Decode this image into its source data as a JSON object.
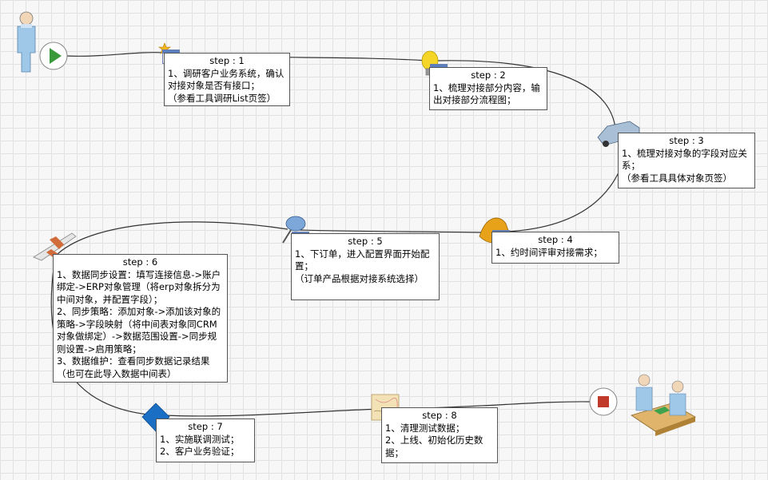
{
  "steps": [
    {
      "title": "step : 1",
      "body": "1、调研客户业务系统，确认对接对象是否有接口；\n（参看工具调研List页签）"
    },
    {
      "title": "step : 2",
      "body": "1、梳理对接部分内容，输出对接部分流程图；"
    },
    {
      "title": "step : 3",
      "body": "1、梳理对接对象的字段对应关系；\n（参看工具具体对象页签）"
    },
    {
      "title": "step : 4",
      "body": "1、约时间评审对接需求；"
    },
    {
      "title": "step : 5",
      "body": "1、下订单，进入配置界面开始配置；\n（订单产品根据对接系统选择）"
    },
    {
      "title": "step : 6",
      "body": "1、数据同步设置：填写连接信息->账户绑定->ERP对象管理（将erp对象拆分为中间对象，并配置字段）；\n2、同步策略：添加对象->添加该对象的策略->字段映射（将中间表对象同CRM对象做绑定）->数据范围设置->同步规则设置->启用策略；\n3、数据维护：查看同步数据记录结果（也可在此导入数据中间表）"
    },
    {
      "title": "step : 7",
      "body": "1、实施联调测试；\n2、客户业务验证；"
    },
    {
      "title": "step : 8",
      "body": "1、清理测试数据；\n2、上线、初始化历史数据；"
    }
  ],
  "icons": [
    "person-icon",
    "start-button-icon",
    "star-icon",
    "lightbulb-icon",
    "car-icon",
    "bell-icon",
    "pushpin-icon",
    "airplane-icon",
    "diamond-icon",
    "map-icon",
    "stop-button-icon",
    "meeting-icon",
    "table-icon"
  ],
  "colors": {
    "connector": "#333333",
    "grid": "#e2e2e2",
    "play": "#3a9a3a",
    "stop": "#c0392b",
    "diamond": "#1a6fc4",
    "bell": "#e8a21a",
    "bulb": "#f5d628"
  }
}
